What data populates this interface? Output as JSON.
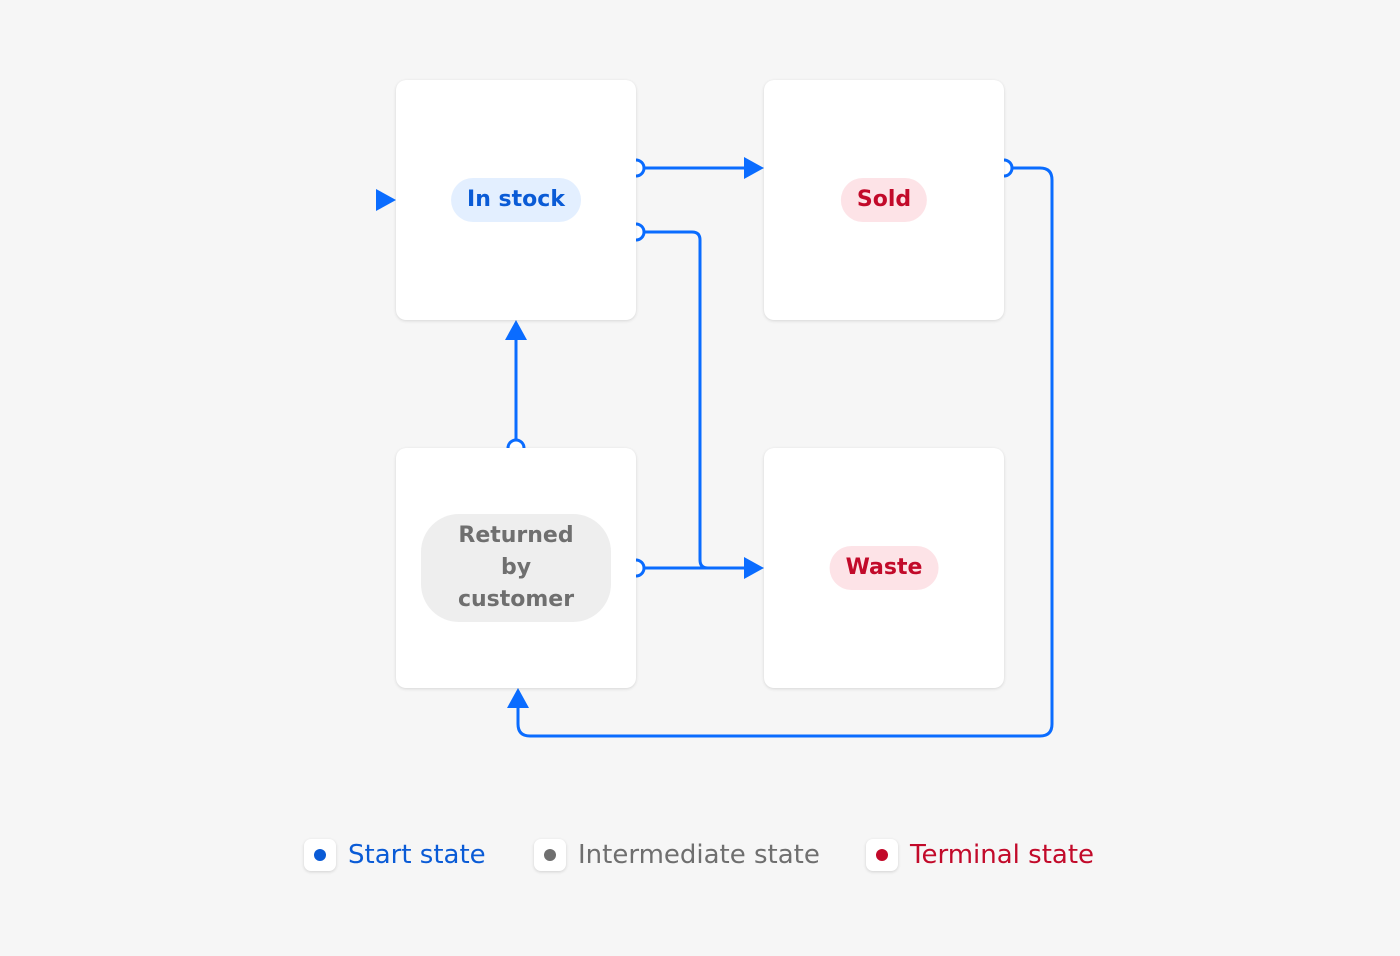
{
  "states": {
    "in_stock": {
      "label": "In stock",
      "kind": "start"
    },
    "sold": {
      "label": "Sold",
      "kind": "terminal"
    },
    "returned": {
      "label": "Returned by customer",
      "kind": "intermediate"
    },
    "waste": {
      "label": "Waste",
      "kind": "terminal"
    }
  },
  "transitions": [
    {
      "from": "entry",
      "to": "in_stock"
    },
    {
      "from": "in_stock",
      "to": "sold"
    },
    {
      "from": "in_stock",
      "to": "waste"
    },
    {
      "from": "returned",
      "to": "in_stock"
    },
    {
      "from": "returned",
      "to": "waste"
    },
    {
      "from": "sold",
      "to": "returned"
    }
  ],
  "legend": {
    "start": "Start state",
    "intermediate": "Intermediate state",
    "terminal": "Terminal state"
  },
  "colors": {
    "background": "#f6f6f6",
    "arrow": "#0a6cff",
    "start_text": "#0a5bd6",
    "start_fill": "#e3efff",
    "intermediate_text": "#6f6f6f",
    "intermediate_fill": "#eeeeee",
    "terminal_text": "#c20a2a",
    "terminal_fill": "#fde3e7"
  }
}
